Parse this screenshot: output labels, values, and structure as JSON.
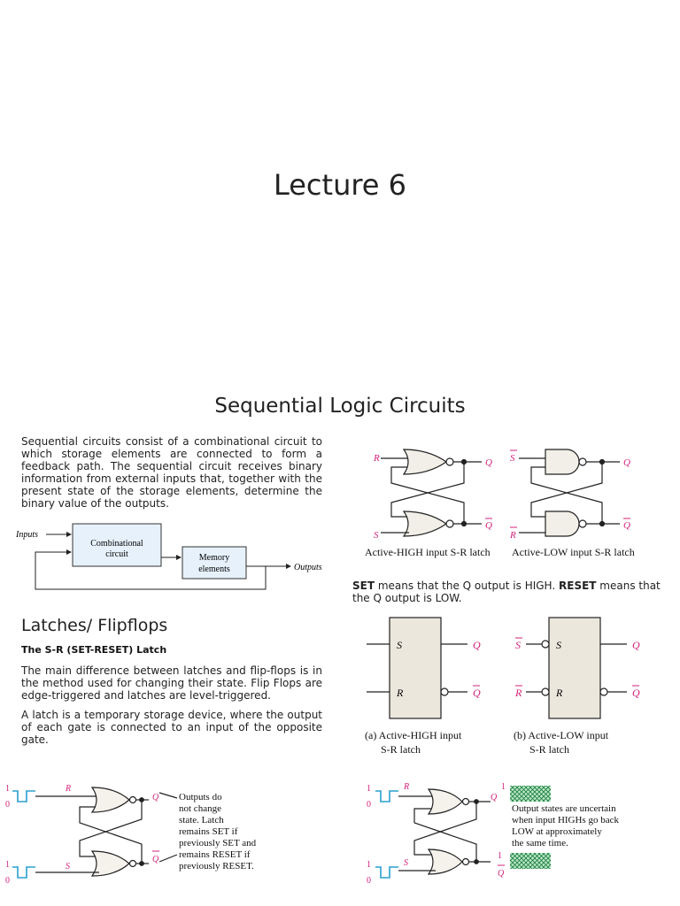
{
  "slide1": {
    "title": "Lecture 6"
  },
  "slide2": {
    "title": "Sequential Logic Circuits",
    "intro": "Sequential circuits consist of a combinational circuit to which storage elements are connected to form a feedback path. The sequential circuit receives binary information from external inputs that, together with the present state of the storage elements, determine the binary value of the outputs.",
    "block_diagram": {
      "inputs": "Inputs",
      "outputs": "Outputs",
      "combinational_1": "Combinational",
      "combinational_2": "circuit",
      "memory_1": "Memory",
      "memory_2": "elements"
    },
    "latch_caption_high": "Active-HIGH input S-R latch",
    "latch_caption_low": "Active-LOW input S-R latch",
    "set_word": "SET",
    "set_text": " means that the Q output is HIGH. ",
    "reset_word": "RESET",
    "reset_text": " means that the Q output is LOW.",
    "section_heading": "Latches/ Flipflops",
    "sub_heading": "The S-R (SET-RESET) Latch",
    "para_main_difference": "The main difference between latches and flip-flops is in the method used for changing their state. Flip Flops are edge-triggered and latches are level-triggered.",
    "para_latch": "A latch is a temporary storage device, where the output of each gate is connected to an input of the opposite gate.",
    "symbol_caption_a_1": "(a) Active-HIGH input",
    "symbol_caption_a_2": "S-R latch",
    "symbol_caption_b_1": "(b) Active-LOW input",
    "symbol_caption_b_2": "S-R latch",
    "timing_left_note": [
      "Outputs do",
      "not change",
      "state.  Latch",
      "remains SET if",
      "previously SET and",
      "remains RESET if",
      "previously RESET."
    ],
    "timing_right_note": [
      "Output states are uncertain",
      "when input HIGHs go back",
      "LOW at approximately",
      "the same time."
    ],
    "labels": {
      "R": "R",
      "S": "S",
      "Q": "Q",
      "one": "1",
      "zero": "0"
    }
  }
}
